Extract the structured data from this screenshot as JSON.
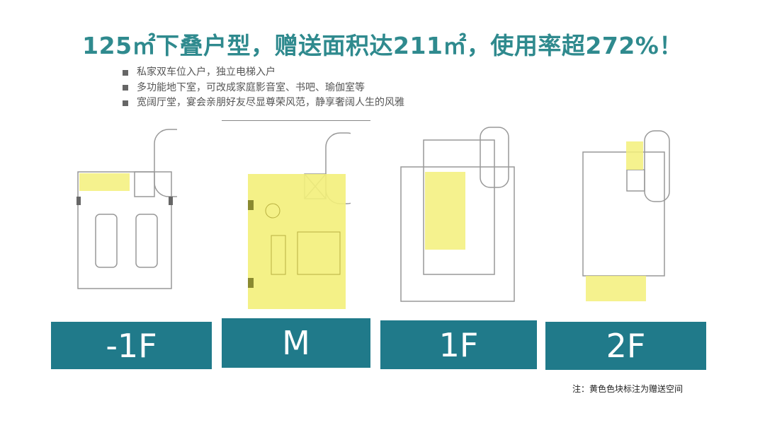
{
  "title": "125㎡下叠户型，赠送面积达211㎡，使用率超272%！",
  "bullets": [
    "私家双车位入户，独立电梯入户",
    "多功能地下室，可改成家庭影音室、书吧、瑜伽室等",
    "宽阔厅堂，宴会亲朋好友尽显尊荣风范，静享奢阔人生的风雅"
  ],
  "floors": [
    {
      "label": "-1F"
    },
    {
      "label": "M"
    },
    {
      "label": "1F"
    },
    {
      "label": "2F"
    }
  ],
  "note": "注：黄色色块标注为赠送空间",
  "colors": {
    "title": "#2f8a8e",
    "label_bg": "#207a8a",
    "gift_area": "#f3f07a"
  }
}
